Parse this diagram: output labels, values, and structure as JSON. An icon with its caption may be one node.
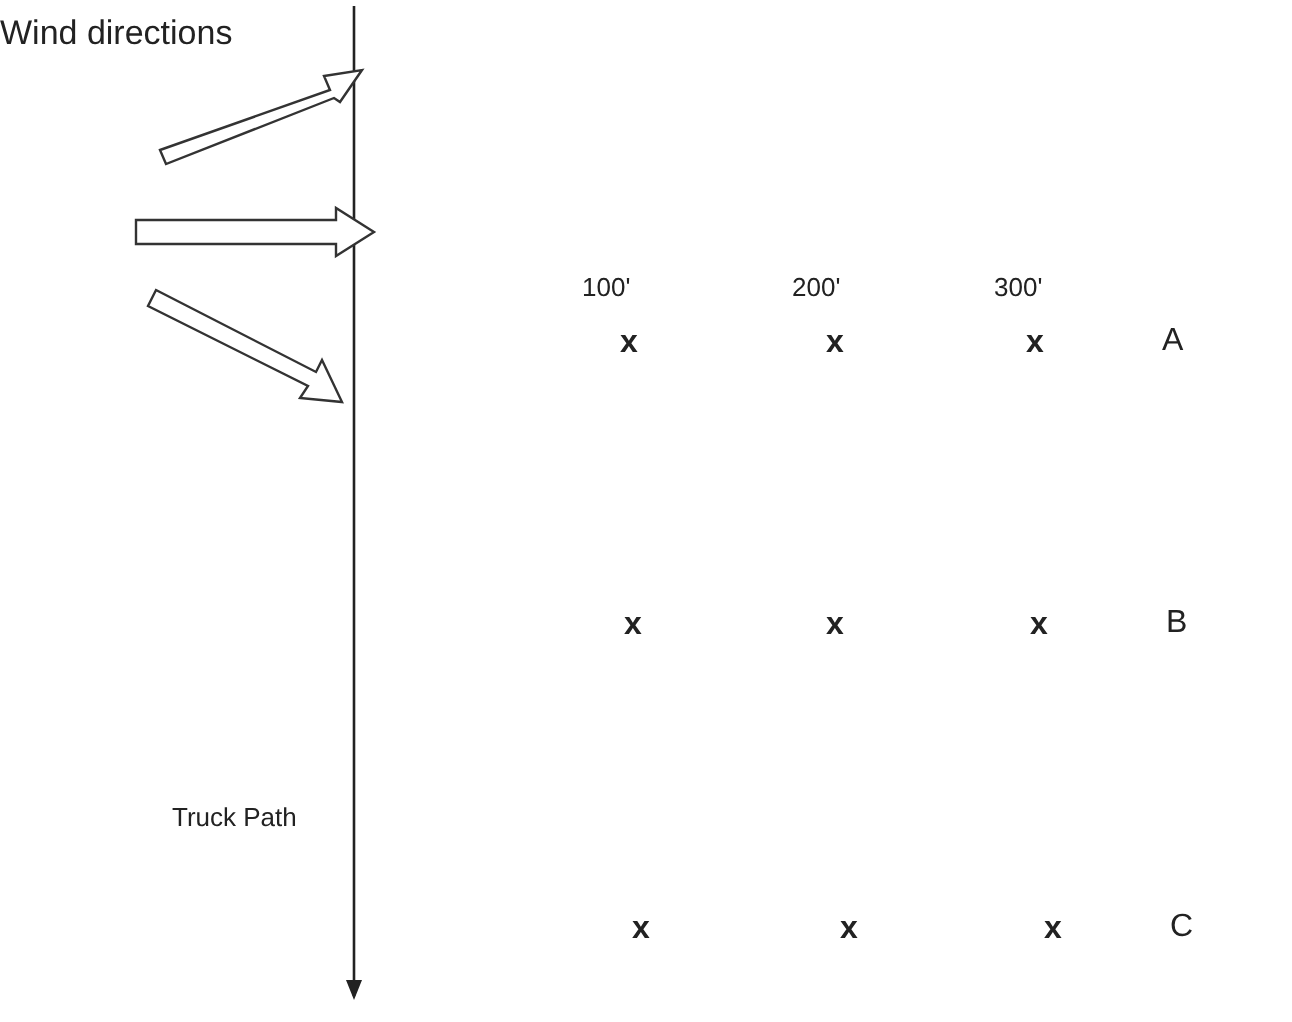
{
  "diagram": {
    "labels": [
      "Wind directions",
      "100'",
      "200'",
      "300'",
      "x",
      "x",
      "x",
      "A",
      "x",
      "x",
      "x",
      "B",
      "Truck Path",
      "x",
      "x",
      "x",
      "C"
    ]
  }
}
